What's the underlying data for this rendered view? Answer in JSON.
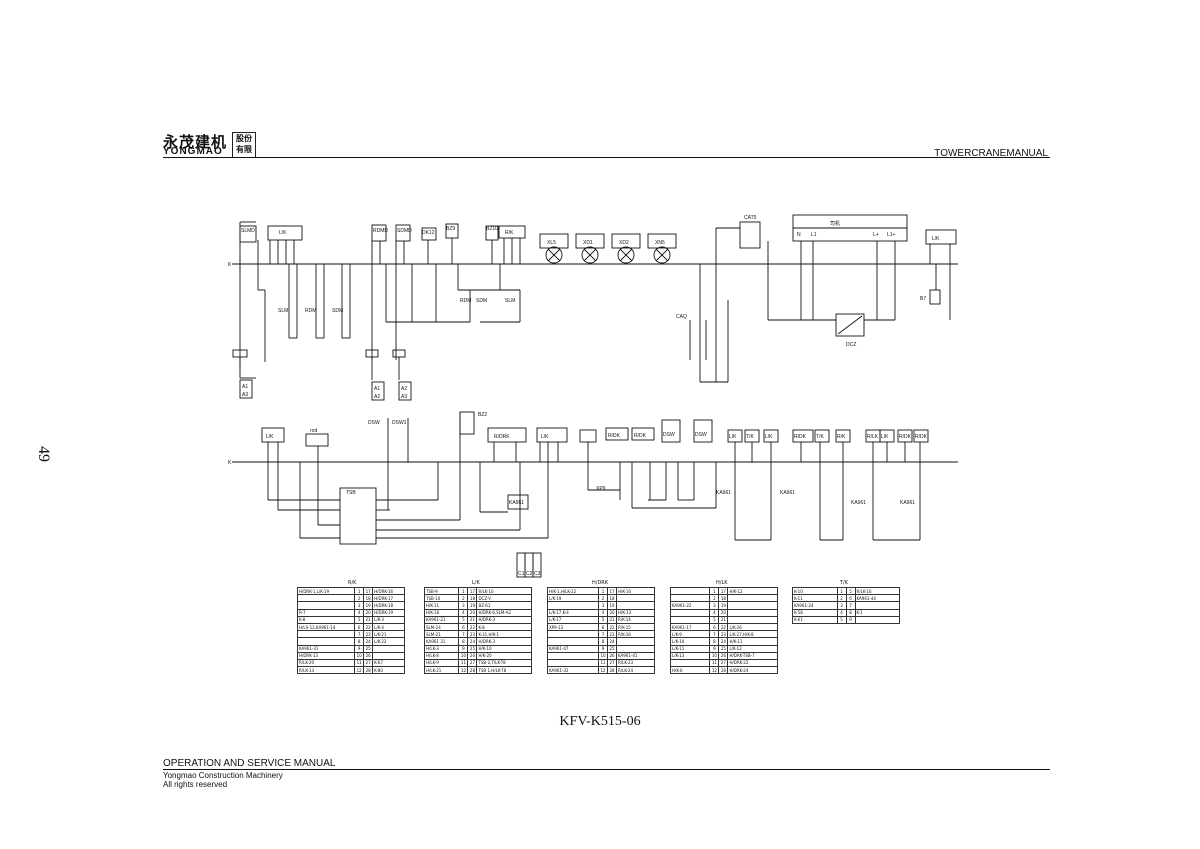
{
  "header": {
    "logo_cn": "永茂建机",
    "logo_en": "YONGMAO",
    "seal": "股份 有限",
    "manual_title": "TOWERCRANEMANUAL"
  },
  "page_number": "49",
  "footer": {
    "manual_title": "OPERATION AND SERVICE MANUAL",
    "company": "Yongmao Construction Machinery",
    "rights": "All rights reserved"
  },
  "diagram": {
    "code": "KFV-K515-06",
    "top": {
      "bus_label": "K",
      "labels": [
        "SLMD",
        "L/K",
        "RDMD",
        "SDMD",
        "DK12",
        "BZ9",
        "BZ10",
        "R/K",
        "XL5",
        "XD1",
        "XD2",
        "XN5",
        "CAT5",
        "司机",
        "N",
        "L1",
        "L+",
        "L1+",
        "L/K",
        "SLM",
        "RDM",
        "SDM",
        "RDM",
        "SDM",
        "SLM",
        "CAQ",
        "B7",
        "DCZ",
        "A1",
        "A3",
        "A1",
        "A2",
        "A2",
        "A3"
      ]
    },
    "bottom": {
      "bus_label": "K",
      "labels": [
        "L/K",
        "rod",
        "DSW",
        "DSW1",
        "BZ2",
        "R/DRK",
        "L/K",
        "R/DK",
        "R/DK",
        "DSW",
        "DSW",
        "L/K",
        "T/K",
        "L/K",
        "R/DK",
        "T/K",
        "R/K",
        "R/LK",
        "L/K",
        "R/DK",
        "R/DK",
        "TSB",
        "KA961",
        "XP9",
        "KA961",
        "KA961",
        "KA961",
        "KA961",
        "C1",
        "C2",
        "C3"
      ]
    }
  },
  "tables": [
    {
      "title": "R/K",
      "rows": [
        [
          "H/DRK-1,L/K-19",
          "1",
          "17",
          "H/DRK-16"
        ],
        [
          "",
          "2",
          "18",
          "H/DRK-17"
        ],
        [
          "",
          "3",
          "19",
          "H/DRK-18"
        ],
        [
          "R-7",
          "4",
          "20",
          "H/DRK-19"
        ],
        [
          "K-8",
          "5",
          "21",
          "L/K-3"
        ],
        [
          "H/LS-12,KA961-14",
          "6",
          "22",
          "L/K-4"
        ],
        [
          "",
          "7",
          "23",
          "L/K-21"
        ],
        [
          "",
          "8",
          "24",
          "L/K-22"
        ],
        [
          "KA961-31",
          "9",
          "25",
          ""
        ],
        [
          "H/DRK-13",
          "10",
          "26",
          ""
        ],
        [
          "R/LK-20",
          "11",
          "27",
          "K-67"
        ],
        [
          "R/LK-13",
          "12",
          "28",
          "K-80"
        ]
      ]
    },
    {
      "title": "L/K",
      "rows": [
        [
          "TSB-9",
          "1",
          "17",
          "R/LK-10"
        ],
        [
          "TSB-10",
          "2",
          "18",
          "DCZ-V"
        ],
        [
          "H/K-11",
          "3",
          "19",
          "BZ-61"
        ],
        [
          "H/K-18",
          "4",
          "20",
          "H/DRK-6,SLM-A2"
        ],
        [
          "KA961-21",
          "5",
          "21",
          "H/DRK-3"
        ],
        [
          "SLM-24",
          "6",
          "22",
          "K-8"
        ],
        [
          "SLM-21",
          "7",
          "23",
          "K-31,H/K-1"
        ],
        [
          "KA961 31",
          "8",
          "24",
          "H/DRK-3"
        ],
        [
          "H/LK-3",
          "9",
          "25",
          "H/K-10"
        ],
        [
          "H/LK-8",
          "10",
          "26",
          "H/K-20"
        ],
        [
          "H/LK-9",
          "11",
          "27",
          "TSB-2,T/LK-T8"
        ],
        [
          "H/LK-21",
          "12",
          "28",
          "TSB 1,H/LK-T8"
        ]
      ]
    },
    {
      "title": "H/DRK",
      "rows": [
        [
          "H/K-1,H/LK-22",
          "1",
          "17",
          "H/K-10"
        ],
        [
          "L/K-19",
          "2",
          "18",
          ""
        ],
        [
          "",
          "3",
          "19",
          ""
        ],
        [
          "L/K-17,K-4",
          "4",
          "20",
          "H/K-13"
        ],
        [
          "L/K-17",
          "5",
          "21",
          "R/K-14"
        ],
        [
          "XP9-13",
          "6",
          "22",
          "R/K-15"
        ],
        [
          "",
          "7",
          "23",
          "R/K-16"
        ],
        [
          "",
          "8",
          "24",
          ""
        ],
        [
          "KA961-47",
          "9",
          "25",
          ""
        ],
        [
          "",
          "10",
          "26",
          "KA961-41"
        ],
        [
          "",
          "11",
          "27",
          "R/LK-23"
        ],
        [
          "KA961-32",
          "12",
          "28",
          "R/LK-24"
        ]
      ]
    },
    {
      "title": "H/LK",
      "rows": [
        [
          "",
          "1",
          "17",
          "H/K-12"
        ],
        [
          "",
          "2",
          "18",
          ""
        ],
        [
          "KA961-22",
          "3",
          "19",
          ""
        ],
        [
          "",
          "4",
          "20",
          ""
        ],
        [
          "",
          "5",
          "21",
          ""
        ],
        [
          "KA961-17",
          "6",
          "22",
          "L/K-26"
        ],
        [
          "L/K-9",
          "7",
          "23",
          "L/K-27,H/K-8"
        ],
        [
          "L/K-10",
          "8",
          "24",
          "H/K-11"
        ],
        [
          "L/K-11",
          "9",
          "25",
          "L/K-12"
        ],
        [
          "L/K-13",
          "10",
          "26",
          "H/DRK-TSB-7"
        ],
        [
          "",
          "11",
          "27",
          "H/DRK-22"
        ],
        [
          "H/K-6",
          "12",
          "28",
          "H/DRK-24"
        ]
      ]
    },
    {
      "title": "T/K",
      "rows": [
        [
          "K-10",
          "1",
          "5",
          "R/LK-16"
        ],
        [
          "K-11",
          "2",
          "6",
          "KA961-44"
        ],
        [
          "KA961-24",
          "3",
          "7",
          ""
        ],
        [
          "K-58",
          "4",
          "8",
          "K-1"
        ],
        [
          "K-61",
          "5",
          "9",
          ""
        ]
      ]
    }
  ]
}
